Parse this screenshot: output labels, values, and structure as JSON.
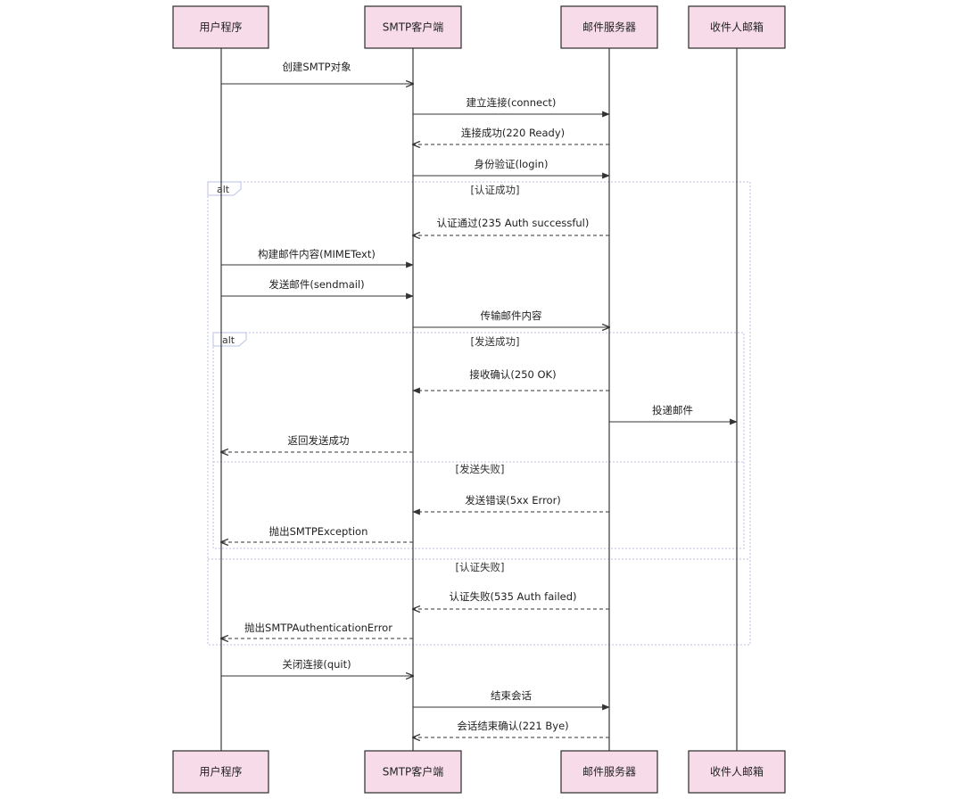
{
  "participants": [
    {
      "id": "user",
      "label": "用户程序"
    },
    {
      "id": "smtp",
      "label": "SMTP客户端"
    },
    {
      "id": "server",
      "label": "邮件服务器"
    },
    {
      "id": "inbox",
      "label": "收件人邮箱"
    }
  ],
  "messages": [
    {
      "from": "user",
      "to": "smtp",
      "label": "创建SMTP对象",
      "style": "solid"
    },
    {
      "from": "smtp",
      "to": "server",
      "label": "建立连接(connect)",
      "style": "solid"
    },
    {
      "from": "server",
      "to": "smtp",
      "label": "连接成功(220 Ready)",
      "style": "dashed"
    },
    {
      "from": "smtp",
      "to": "server",
      "label": "身份验证(login)",
      "style": "solid"
    },
    {
      "from": "server",
      "to": "smtp",
      "label": "认证通过(235 Auth successful)",
      "style": "dashed"
    },
    {
      "from": "user",
      "to": "smtp",
      "label": "构建邮件内容(MIMEText)",
      "style": "solid"
    },
    {
      "from": "user",
      "to": "smtp",
      "label": "发送邮件(sendmail)",
      "style": "solid"
    },
    {
      "from": "smtp",
      "to": "server",
      "label": "传输邮件内容",
      "style": "solid"
    },
    {
      "from": "server",
      "to": "smtp",
      "label": "接收确认(250 OK)",
      "style": "dashed"
    },
    {
      "from": "server",
      "to": "inbox",
      "label": "投递邮件",
      "style": "solid"
    },
    {
      "from": "smtp",
      "to": "user",
      "label": "返回发送成功",
      "style": "dashed"
    },
    {
      "from": "server",
      "to": "smtp",
      "label": "发送错误(5xx Error)",
      "style": "dashed"
    },
    {
      "from": "smtp",
      "to": "user",
      "label": "抛出SMTPException",
      "style": "dashed"
    },
    {
      "from": "server",
      "to": "smtp",
      "label": "认证失败(535 Auth failed)",
      "style": "dashed"
    },
    {
      "from": "smtp",
      "to": "user",
      "label": "抛出SMTPAuthenticationError",
      "style": "dashed"
    },
    {
      "from": "user",
      "to": "smtp",
      "label": "关闭连接(quit)",
      "style": "solid"
    },
    {
      "from": "smtp",
      "to": "server",
      "label": "结束会话",
      "style": "solid"
    },
    {
      "from": "server",
      "to": "smtp",
      "label": "会话结束确认(221 Bye)",
      "style": "dashed"
    }
  ],
  "frames": [
    {
      "id": "outer",
      "tag": "alt",
      "conditions": [
        "[认证成功]",
        "[认证失败]"
      ]
    },
    {
      "id": "inner",
      "tag": "alt",
      "conditions": [
        "[发送成功]",
        "[发送失败]"
      ]
    }
  ],
  "colors": {
    "participant_fill": "#f7dbe9",
    "frame_stroke": "#b9c2e6",
    "line": "#333333"
  }
}
